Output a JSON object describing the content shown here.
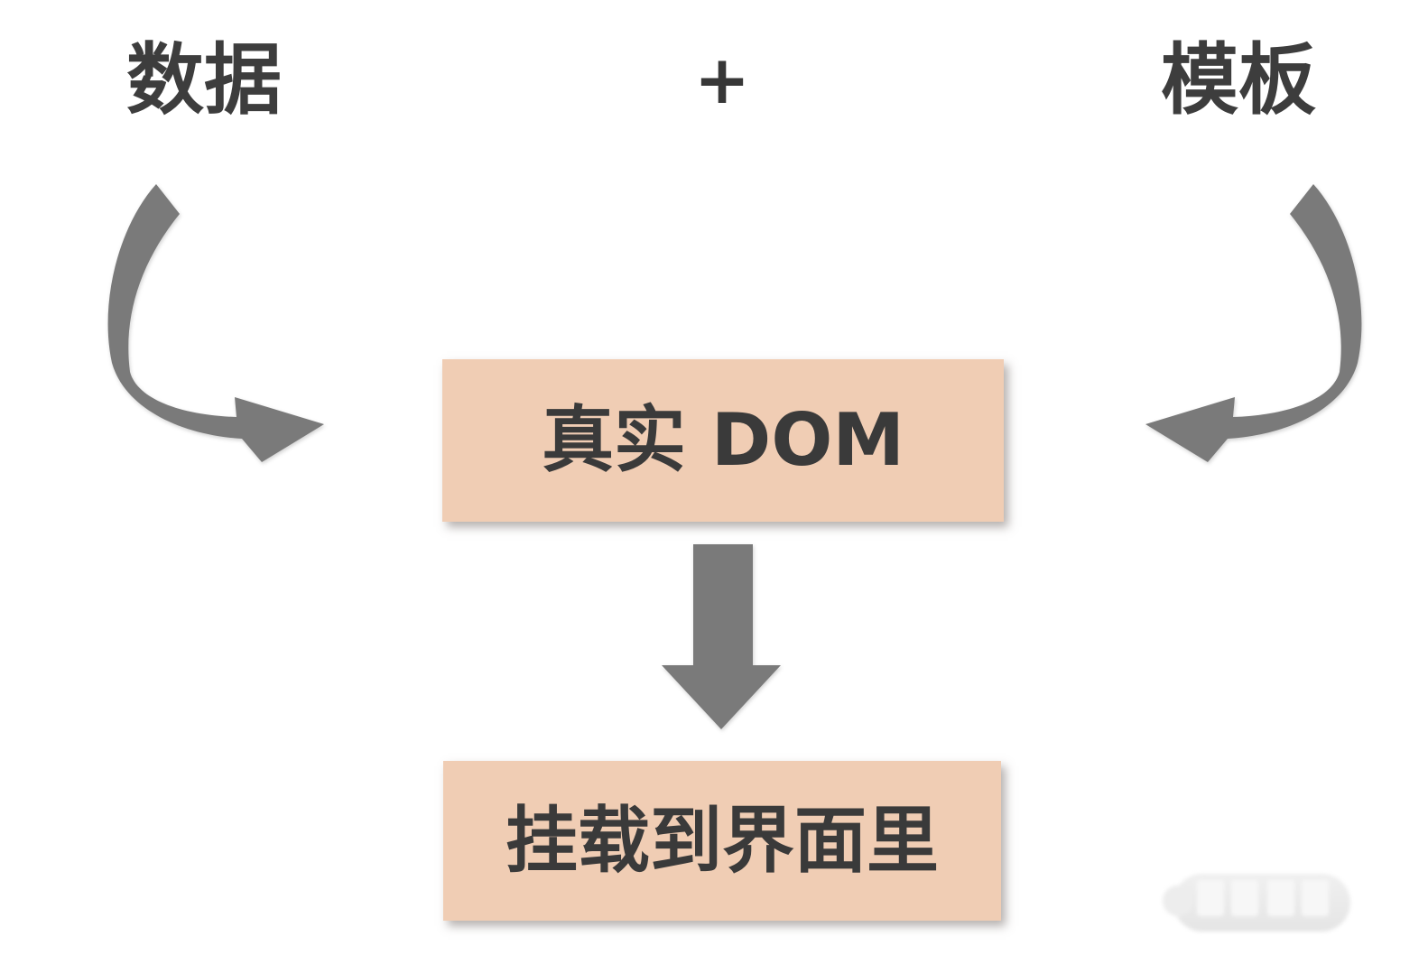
{
  "diagram": {
    "data_label": "数据",
    "operator": "+",
    "template_label": "模板",
    "real_dom_label": "真实 DOM",
    "mount_label": "挂载到界面里"
  },
  "icons": {
    "left_arrow": "curved-arrow-down-right",
    "right_arrow": "curved-arrow-down-left",
    "center_arrow": "block-arrow-down",
    "watermark": "blurred-watermark-stamp"
  },
  "colors": {
    "background": "#ffffff",
    "box_fill": "#f0cdb4",
    "box_text": "#3a3a3a",
    "label_text": "#3d3d3d",
    "arrow_gray": "#7a7a7a",
    "watermark_gray": "#e9e9e9"
  }
}
